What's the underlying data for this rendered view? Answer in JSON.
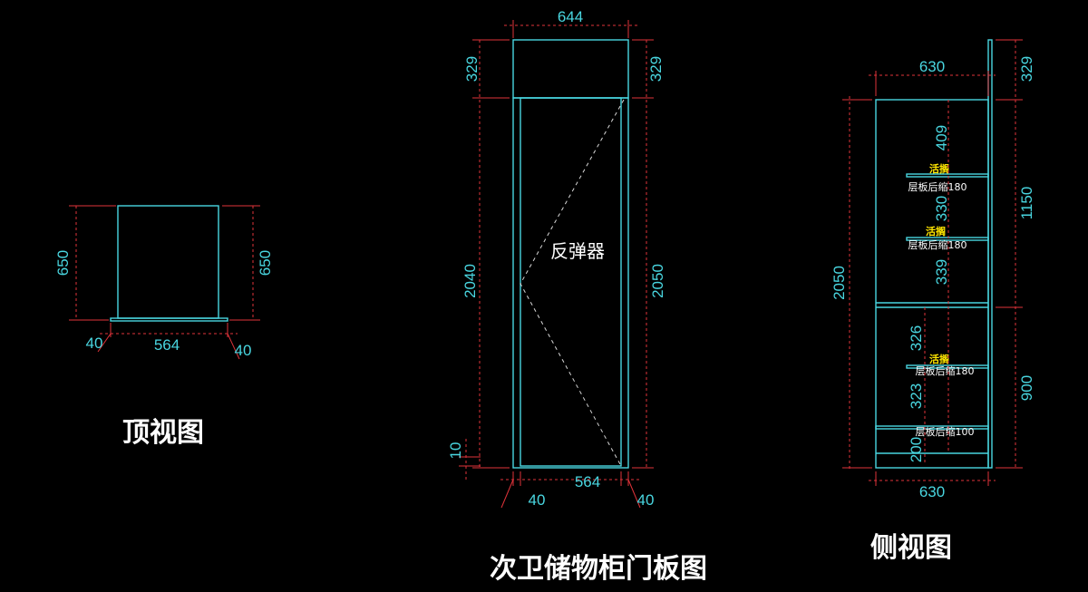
{
  "top_view": {
    "title": "顶视图",
    "dims": {
      "height_left": "650",
      "height_right": "650",
      "width": "564",
      "margin_left": "40",
      "margin_right": "40"
    }
  },
  "door_view": {
    "title": "次卫储物柜门板图",
    "hinge_label": "反弹器",
    "dims": {
      "top_width": "644",
      "top_left": "329",
      "top_right": "329",
      "height_left": "2040",
      "height_right": "2050",
      "bottom_gap": "10",
      "bottom_width": "564",
      "margin_left": "40",
      "margin_right": "40"
    }
  },
  "side_view": {
    "title": "侧视图",
    "dims": {
      "top_width": "630",
      "bottom_width": "630",
      "overall_height": "2050",
      "top_right": "329",
      "upper_right": "1150",
      "lower_right": "900",
      "s1": "409",
      "s2": "330",
      "s3": "339",
      "s4": "326",
      "s5": "323",
      "s6": "200"
    },
    "shelves": [
      {
        "tag": "活搁",
        "note": "层板后缩180"
      },
      {
        "tag": "活搁",
        "note": "层板后缩180"
      },
      {
        "tag": "活搁",
        "note": "层板后缩180"
      },
      {
        "tag": "",
        "note": "层板后缩100"
      }
    ]
  }
}
